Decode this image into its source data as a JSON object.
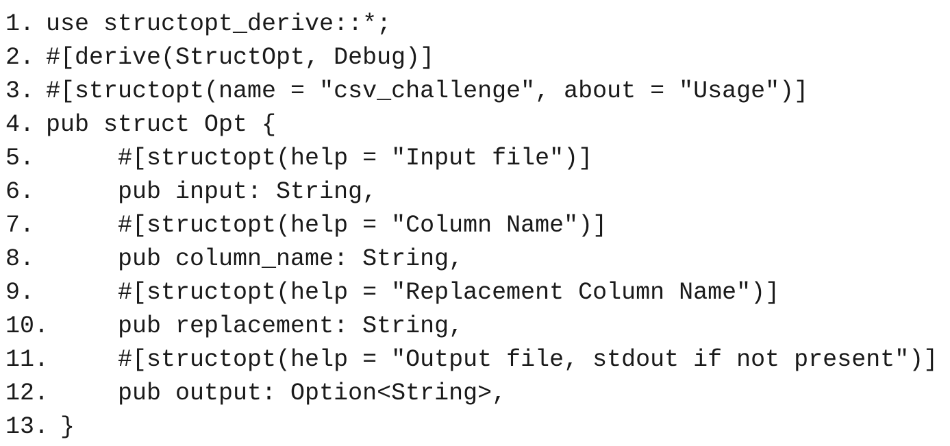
{
  "page": {
    "background_color": "#ffffff",
    "text_color": "#1a1a1a"
  },
  "code_listing": {
    "lines": [
      {
        "number": "1.",
        "code": "use structopt_derive::*;"
      },
      {
        "number": "2.",
        "code": "#[derive(StructOpt, Debug)]"
      },
      {
        "number": "3.",
        "code": "#[structopt(name = \"csv_challenge\", about = \"Usage\")]"
      },
      {
        "number": "4.",
        "code": "pub struct Opt {"
      },
      {
        "number": "5.",
        "code": "     #[structopt(help = \"Input file\")]"
      },
      {
        "number": "6.",
        "code": "     pub input: String,"
      },
      {
        "number": "7.",
        "code": "     #[structopt(help = \"Column Name\")]"
      },
      {
        "number": "8.",
        "code": "     pub column_name: String,"
      },
      {
        "number": "9.",
        "code": "     #[structopt(help = \"Replacement Column Name\")]"
      },
      {
        "number": "10.",
        "code": "     pub replacement: String,"
      },
      {
        "number": "11.",
        "code": "     #[structopt(help = \"Output file, stdout if not present\")]"
      },
      {
        "number": "12.",
        "code": "     pub output: Option<String>,"
      },
      {
        "number": "13.",
        "code": " }"
      }
    ]
  }
}
